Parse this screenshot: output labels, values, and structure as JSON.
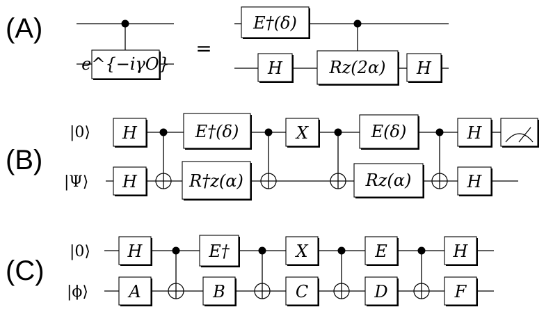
{
  "panels": {
    "a": {
      "label": "(A)",
      "equals": "=",
      "lhs_gate": "e^{−iγO}",
      "rhs_gates": [
        "E†(δ)",
        "H",
        "Rz(2α)",
        "H"
      ]
    },
    "b": {
      "label": "(B)",
      "inputs": [
        "|0⟩",
        "|Ψ⟩"
      ],
      "gates": [
        "H",
        "H",
        "E†(δ)",
        "R†z(α)",
        "X",
        "E(δ)",
        "Rz(α)",
        "H",
        "H"
      ]
    },
    "c": {
      "label": "(C)",
      "inputs": [
        "|0⟩",
        "|ϕ⟩"
      ],
      "gates": [
        "H",
        "A",
        "E†",
        "B",
        "X",
        "C",
        "E",
        "D",
        "H",
        "F"
      ]
    }
  }
}
